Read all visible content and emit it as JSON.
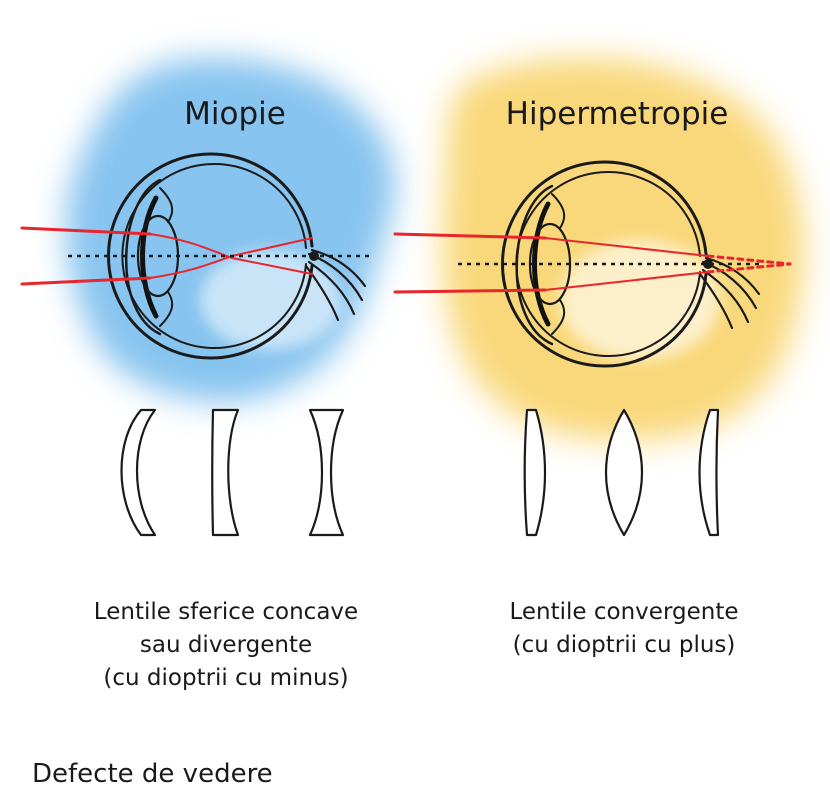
{
  "panels": [
    {
      "id": "myopia",
      "title": "Miopie",
      "caption_lines": [
        "Lentile sferice concave",
        "sau divergente",
        "(cu dioptrii cu minus)"
      ],
      "wash_color": "#5fb0ea",
      "lens_kind": "concave"
    },
    {
      "id": "hyperopia",
      "title": "Hipermetropie",
      "caption_lines": [
        "Lentile convergente",
        "(cu dioptrii cu plus)"
      ],
      "wash_color": "#f7c844",
      "lens_kind": "convex"
    }
  ],
  "footer": "Defecte de vedere",
  "colors": {
    "ray": "#e8262b",
    "ink": "#1a1a1a"
  }
}
